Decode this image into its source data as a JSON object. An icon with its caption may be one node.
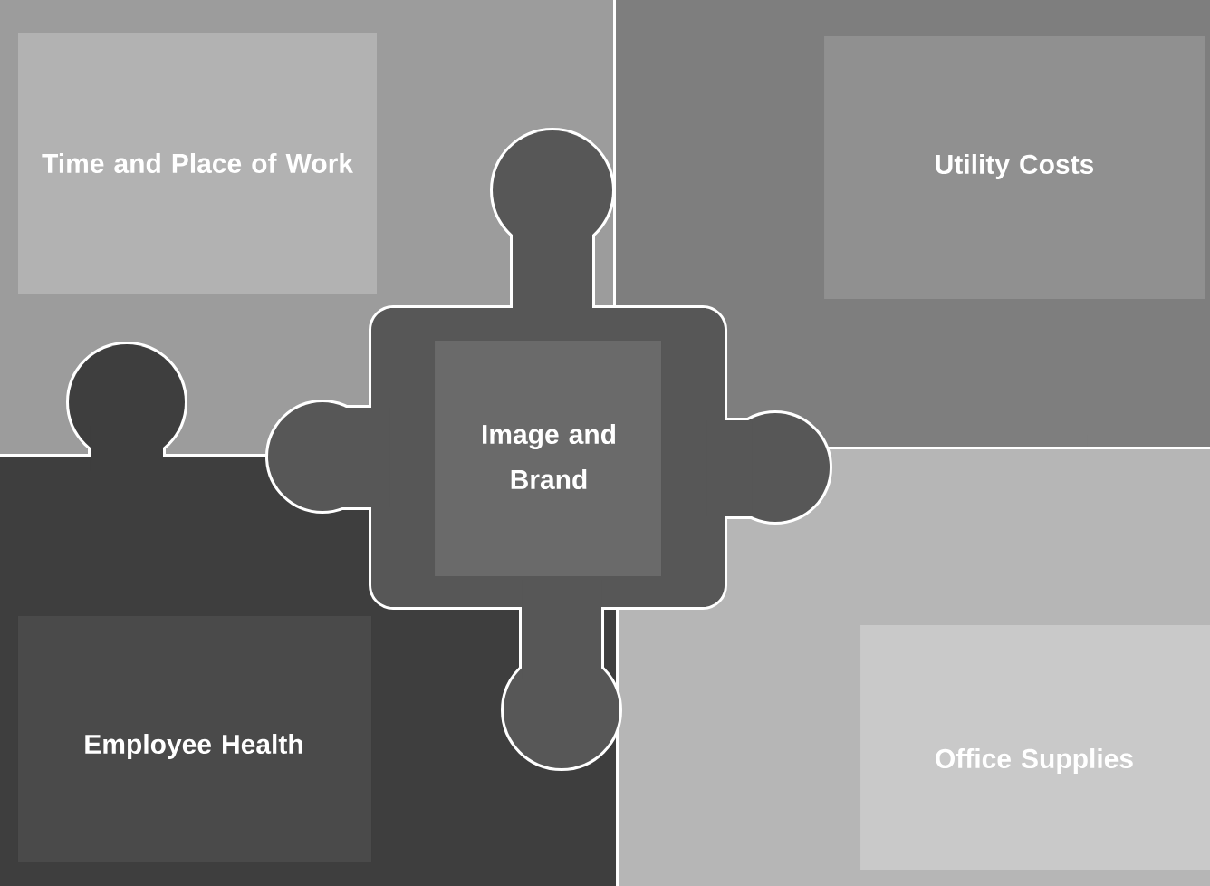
{
  "diagram": {
    "nodes": [
      {
        "text": [
          "Time and Place of Work"
        ]
      },
      {
        "text": [
          "Utility Costs"
        ]
      },
      {
        "text": [
          "Employee Health"
        ]
      },
      {
        "text": [
          "Office Supplies"
        ]
      },
      {
        "text": [
          "Image and Brand"
        ]
      }
    ]
  }
}
